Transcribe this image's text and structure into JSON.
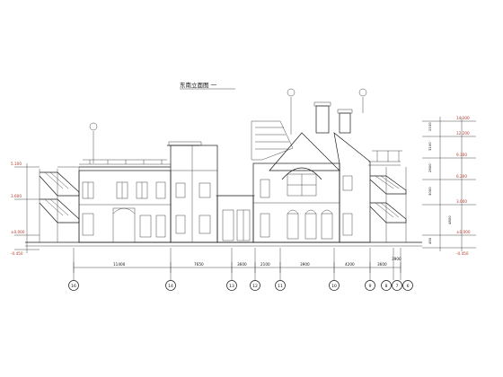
{
  "drawing": {
    "title": "东南立面图 一",
    "axis_labels": [
      "16",
      "14",
      "13",
      "12",
      "11",
      "10",
      "9",
      "8",
      "7",
      "6"
    ],
    "bottom_dimensions": [
      "11400",
      "7650",
      "3600",
      "2100",
      "3900",
      "4200",
      "3600",
      "3900"
    ],
    "left_elevations": [
      "5.100",
      "3.600",
      "±0.000",
      "-0.450"
    ],
    "right_elevations": [
      "14.300",
      "12.200",
      "9.300",
      "6.200",
      "3.000",
      "±0.000",
      "-0.450"
    ],
    "right_dimensions": [
      "2100",
      "3100",
      "2800",
      "3000",
      "4800",
      "450"
    ],
    "colors": {
      "line": "#1a1a1a",
      "annotation": "#b03a2e"
    }
  }
}
